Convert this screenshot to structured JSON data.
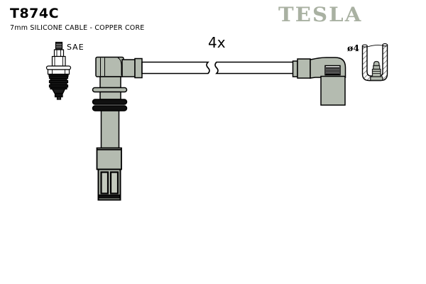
{
  "header": {
    "part_number": "T874C",
    "description": "7mm SILICONE CABLE - COPPER CORE",
    "brand_logo": "TESLA"
  },
  "diagram": {
    "spark_plug_standard_label": "SAE",
    "cable_quantity_label": "4x",
    "terminal_diameter_label": "ø4"
  },
  "colors": {
    "brand_logo": "#a9b1a2",
    "boot_fill": "#b4bbb0",
    "slot_fill": "#c3c9bd",
    "outline": "#000000",
    "background": "#ffffff"
  }
}
